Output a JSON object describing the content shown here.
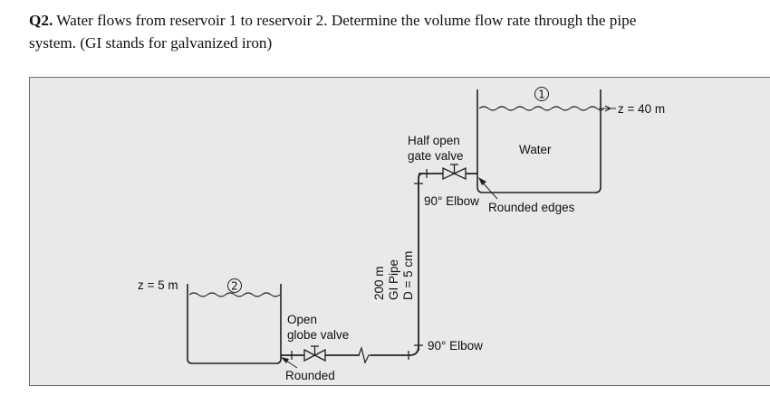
{
  "question": {
    "number": "Q2.",
    "line1": "Water flows from reservoir 1 to reservoir 2. Determine the volume flow rate through the pipe",
    "line2": "system. (GI stands for galvanized iron)"
  },
  "figure": {
    "reservoir1_marker": "1",
    "reservoir1_level": "z = 40 m",
    "water_label": "Water",
    "gate_valve_label_1": "Half open",
    "gate_valve_label_2": "gate valve",
    "elbow_upper_label": "90° Elbow",
    "rounded_edges_label": "Rounded edges",
    "pipe_label_1": "200 m",
    "pipe_label_2": "GI Pipe",
    "pipe_label_3": "D = 5 cm",
    "reservoir2_marker": "2",
    "reservoir2_level": "z = 5 m",
    "globe_valve_label_1": "Open",
    "globe_valve_label_2": "globe valve",
    "elbow_lower_label": "90° Elbow",
    "rounded_label": "Rounded"
  }
}
